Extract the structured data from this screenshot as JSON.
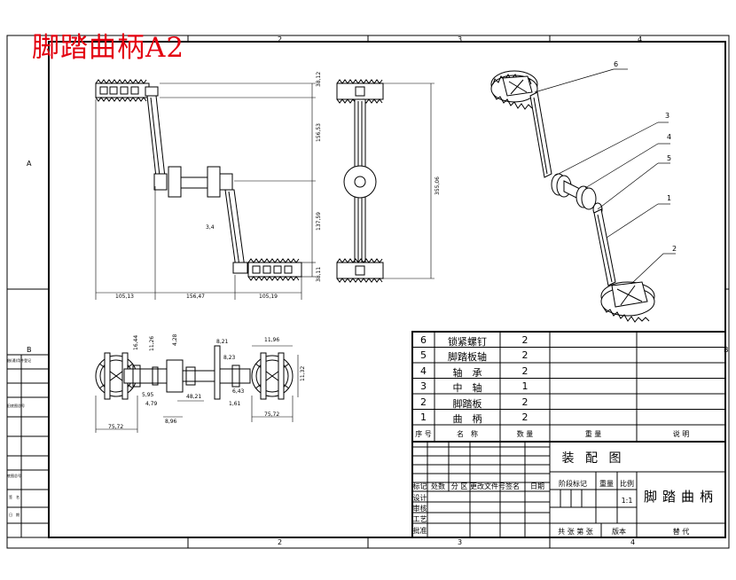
{
  "drawing": {
    "title_stamp": "脚踏曲柄A2",
    "zones_top": [
      "2",
      "3",
      "4"
    ],
    "zones_bottom": [
      "2",
      "3",
      "4"
    ],
    "zones_left": [
      "A",
      "B"
    ],
    "zones_right": [
      "B"
    ]
  },
  "dimensions": {
    "front_right": [
      "38,12",
      "156,53",
      "137,59",
      "38,11"
    ],
    "front_bottom": [
      "105,13",
      "156,47",
      "105,19"
    ],
    "front_angle": "3,4",
    "side_total": "355,06",
    "top_view": [
      "16,44",
      "11,26",
      "4,28",
      "11,96",
      "11,32",
      "8,21",
      "8,23",
      "5,95",
      "4,79",
      "48,21",
      "6,43",
      "1,61",
      "8,96",
      "75,72",
      "75,72"
    ]
  },
  "callouts": [
    "6",
    "3",
    "4",
    "5",
    "1",
    "2"
  ],
  "bom": {
    "rows": [
      {
        "no": "6",
        "name": "锁紧螺钉",
        "qty": "2"
      },
      {
        "no": "5",
        "name": "脚踏板轴",
        "qty": "2"
      },
      {
        "no": "4",
        "name": "轴　承",
        "qty": "2"
      },
      {
        "no": "3",
        "name": "中　轴",
        "qty": "1"
      },
      {
        "no": "2",
        "name": "脚踏板",
        "qty": "2"
      },
      {
        "no": "1",
        "name": "曲　柄",
        "qty": "2"
      }
    ],
    "header": {
      "no": "序 号",
      "name": "名　称",
      "qty": "数 量",
      "material": "重 量",
      "note": "说 明"
    }
  },
  "title_block": {
    "drawing_type": "装 配 图",
    "product_name": "脚踏曲柄",
    "mark_label": "标记",
    "count_label": "处数",
    "zone_label": "分 区",
    "change_label": "更改文件号",
    "sign_label": "签名",
    "date_label": "日期",
    "stage_label": "阶段标记",
    "weight_label": "重量",
    "scale_label": "比例",
    "scale_value": "1:1",
    "design_label": "设计",
    "check_label": "审核",
    "process_label": "工艺",
    "approve_label": "批准",
    "sheets_label": "共 张 第 张",
    "version_label": "版本",
    "replace_label": "替 代"
  },
  "side_strip": [
    "借(通)用件登记",
    "旧底图总号",
    "底图总号",
    "签　名",
    "日　期"
  ]
}
